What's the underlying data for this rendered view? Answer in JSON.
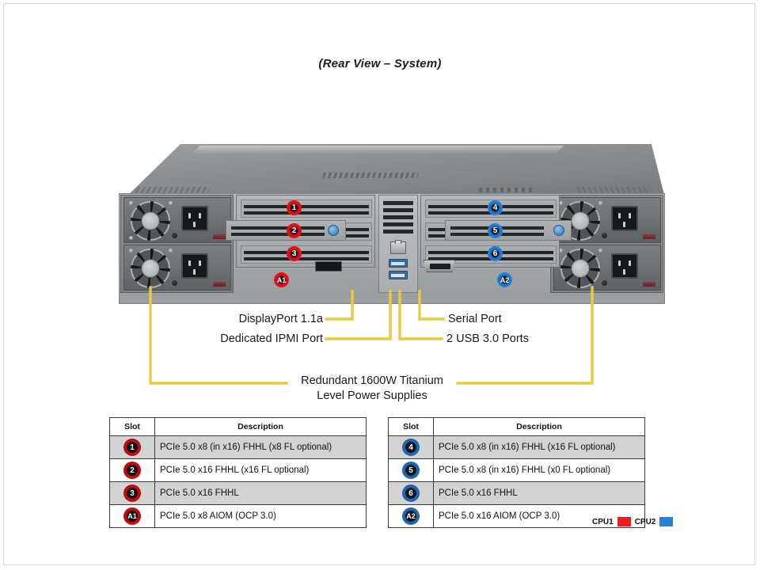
{
  "title": "(Rear View – System)",
  "callouts": {
    "displayport": "DisplayPort 1.1a",
    "ipmi": "Dedicated IPMI  Port",
    "serial": "Serial Port",
    "usb": "2 USB 3.0 Ports",
    "psu_line1": "Redundant  1600W Titanium",
    "psu_line2": "Level Power Supplies"
  },
  "chassis_badges": {
    "left": [
      "1",
      "2",
      "3",
      "A1"
    ],
    "right": [
      "4",
      "5",
      "6",
      "A2"
    ]
  },
  "tables": {
    "headers": {
      "slot": "Slot",
      "description": "Description"
    },
    "left": [
      {
        "slot": "1",
        "description": "PCIe 5.0 x8 (in x16) FHHL  (x8 FL optional)"
      },
      {
        "slot": "2",
        "description": "PCIe 5.0 x16 FHHL  (x16 FL optional)"
      },
      {
        "slot": "3",
        "description": "PCIe 5.0 x16 FHHL"
      },
      {
        "slot": "A1",
        "description": "PCIe 5.0 x8 AIOM (OCP 3.0)"
      }
    ],
    "right": [
      {
        "slot": "4",
        "description": "PCIe 5.0 x8 (in x16) FHHL (x16 FL optional)"
      },
      {
        "slot": "5",
        "description": "PCIe 5.0 x8 (in x16) FHHL (x0 FL optional)"
      },
      {
        "slot": "6",
        "description": "PCIe 5.0 x16 FHHL"
      },
      {
        "slot": "A2",
        "description": "PCIe 5.0 x16 AIOM (OCP 3.0)"
      }
    ]
  },
  "legend": {
    "cpu1_label": "CPU1",
    "cpu2_label": "CPU2",
    "cpu1_color": "#ee1c1c",
    "cpu2_color": "#2a7fd4"
  },
  "colors": {
    "leader_line": "#e9c93f",
    "badge_red": "#d60b14",
    "badge_blue": "#2a7fd4"
  }
}
